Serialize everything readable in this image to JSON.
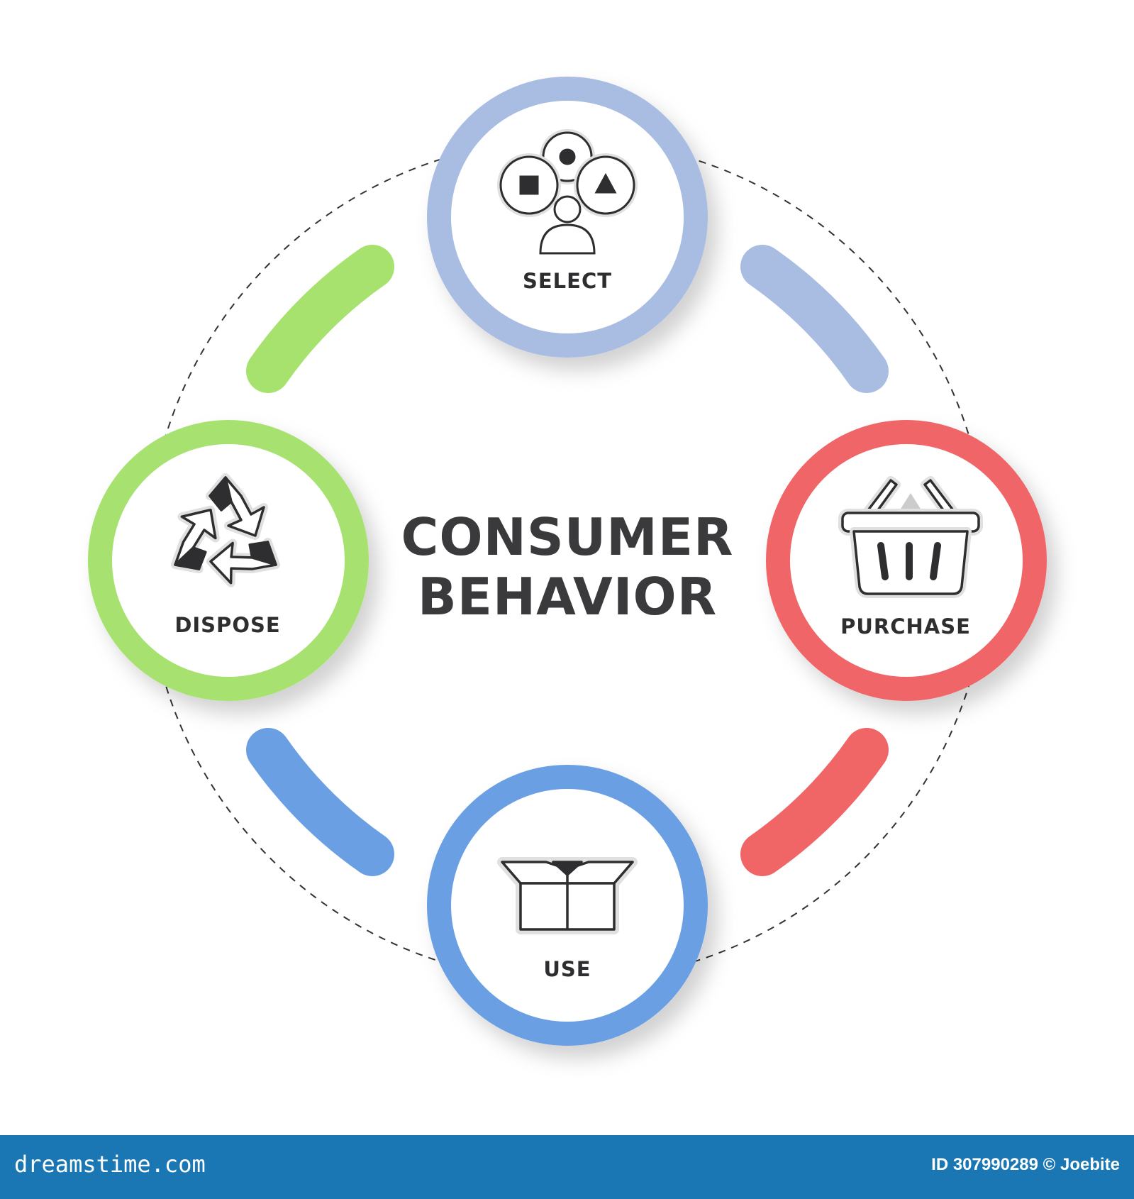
{
  "title_lines": [
    "CONSUMER",
    "BEHAVIOR"
  ],
  "stages": [
    {
      "label": "SELECT",
      "icon": "people-choice-icon",
      "color": "#a9bde3"
    },
    {
      "label": "PURCHASE",
      "icon": "shopping-basket-icon",
      "color": "#f06667"
    },
    {
      "label": "USE",
      "icon": "open-box-icon",
      "color": "#6b9fe4"
    },
    {
      "label": "DISPOSE",
      "icon": "recycle-icon",
      "color": "#a7e26f"
    }
  ],
  "footer": {
    "brand": "dreamstime.com",
    "id_text": "ID 307990289 © Joebite",
    "color": "#1a77b3"
  }
}
